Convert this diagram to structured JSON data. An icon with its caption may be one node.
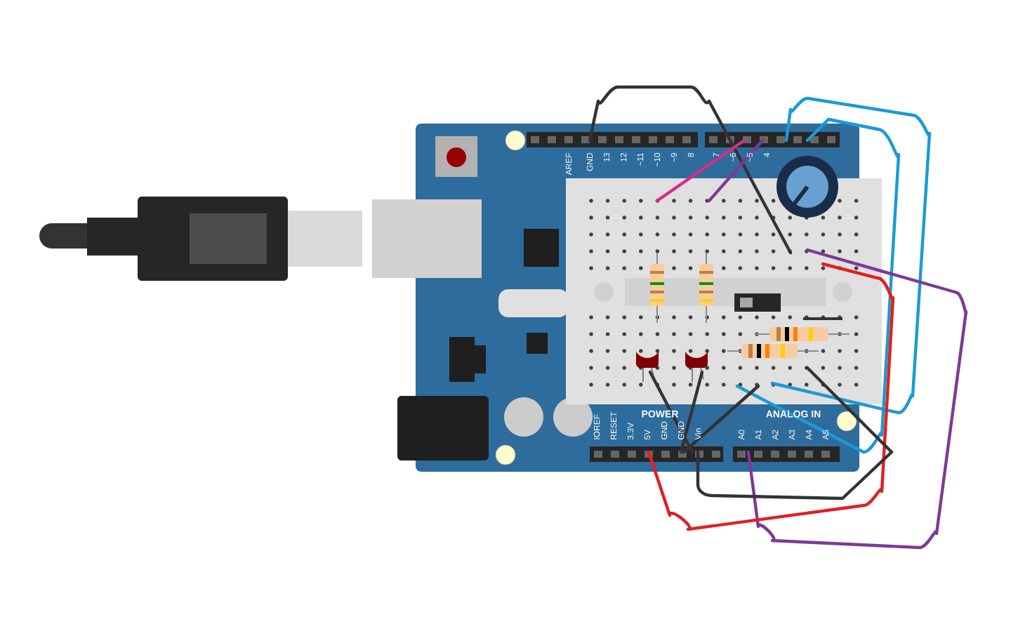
{
  "diagram": {
    "labels": [
      "AREF",
      "GND",
      "13",
      "12",
      "~11",
      "~10",
      "~9",
      "8",
      "7",
      "~6",
      "~5",
      "4",
      "POWER",
      "ANALOG IN",
      "IOREF",
      "RESET",
      "3.3V",
      "5V",
      "GND",
      "GND",
      "Vin",
      "A0",
      "A1",
      "A2",
      "A3",
      "A4",
      "A5"
    ]
  }
}
